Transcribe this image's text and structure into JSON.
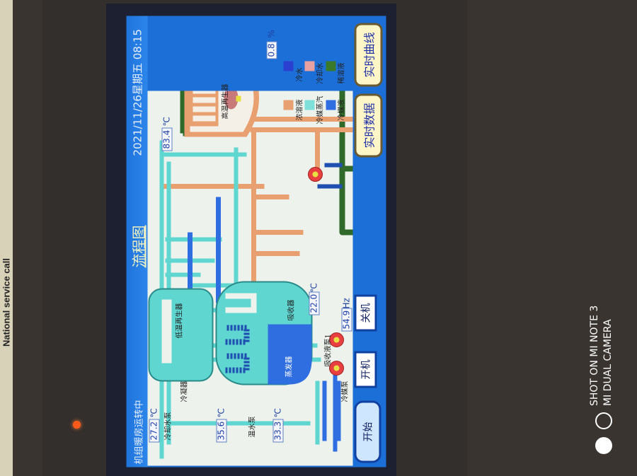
{
  "sticker": {
    "text": "National service call"
  },
  "header": {
    "status": "机组暖房运转中",
    "title": "流程图",
    "datetime": "2021/11/26星期五 08:15"
  },
  "side_buttons": {
    "realtime_curve": "实时曲线",
    "realtime_data": "实时数据"
  },
  "bottom_buttons": {
    "start": "开始",
    "power_on": "开机",
    "power_off": "关机"
  },
  "readouts": {
    "cooling_water_temp": {
      "value": "27.2",
      "unit": "℃"
    },
    "hot_water_out_temp": {
      "value": "35.6",
      "unit": "℃"
    },
    "hot_water_in_temp": {
      "value": "33.3",
      "unit": "℃"
    },
    "generator_temp": {
      "value": "83.4",
      "unit": "℃"
    },
    "opening": {
      "value": "0.8",
      "unit": "%"
    },
    "evaporator_temp": {
      "value": "22.0",
      "unit": "℃"
    },
    "pump_freq": {
      "value": "54.9",
      "unit": "Hz"
    }
  },
  "labels": {
    "high_gen": "高温再生器",
    "low_gen": "低温再生器",
    "condenser": "冷凝器",
    "cooling_pump": "冷却水泵",
    "hot_pump": "温水泵",
    "absorber": "吸收器",
    "evaporator": "蒸发器",
    "abs_pump": "吸收液泵1",
    "ref_pump": "冷媒泵"
  },
  "legend": [
    {
      "label": "冷水",
      "color": "#2b3fd0"
    },
    {
      "label": "冷却水",
      "color": "#e8a0a0"
    },
    {
      "label": "稀溶液",
      "color": "#3a7a2a"
    },
    {
      "label": "浓溶液",
      "color": "#e8a070"
    },
    {
      "label": "冷媒蒸汽",
      "color": "#7ee0d8"
    },
    {
      "label": "冷媒液",
      "color": "#2f6ee0"
    }
  ],
  "watermark": {
    "line1": "SHOT ON MI NOTE 3",
    "line2": "MI DUAL CAMERA"
  }
}
